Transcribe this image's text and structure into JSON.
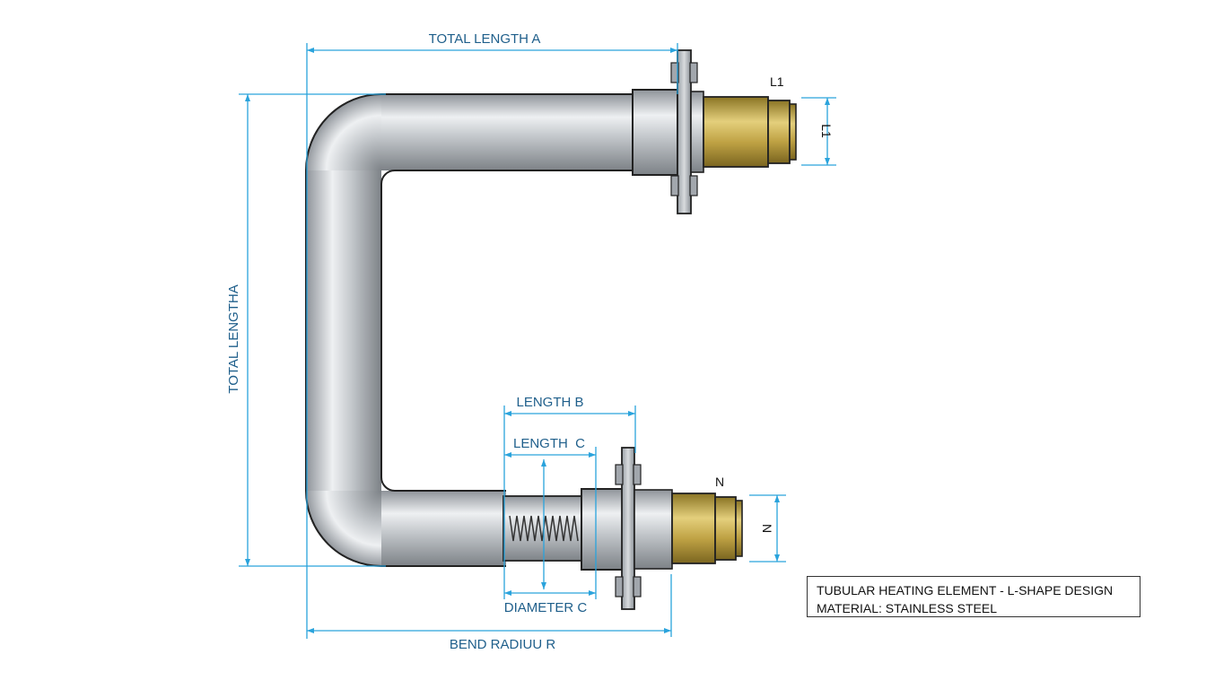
{
  "dimensions": {
    "total_length_a_top": "TOTAL LENGTH A",
    "total_length_a_side": "TOTAL LENGTHA",
    "length_b": "LENGTH B",
    "length_c": "LENGTH  C",
    "diameter_c": "DIAMETER C",
    "bend_radius": "BEND RADIUU R",
    "l1_label": "L1",
    "l1_dim": "L1",
    "n_label": "N",
    "n_dim": "N"
  },
  "title_block": {
    "line1": "TUBULAR HEATING ELEMENT - L-SHAPE DESIGN",
    "line2": "MATERIAL: STAINLESS STEEL"
  },
  "colors": {
    "dimension_line": "#2aa3dc",
    "dimension_text": "#1f5f8b",
    "steel": "#b8bcc2",
    "brass": "#c2a64a"
  }
}
